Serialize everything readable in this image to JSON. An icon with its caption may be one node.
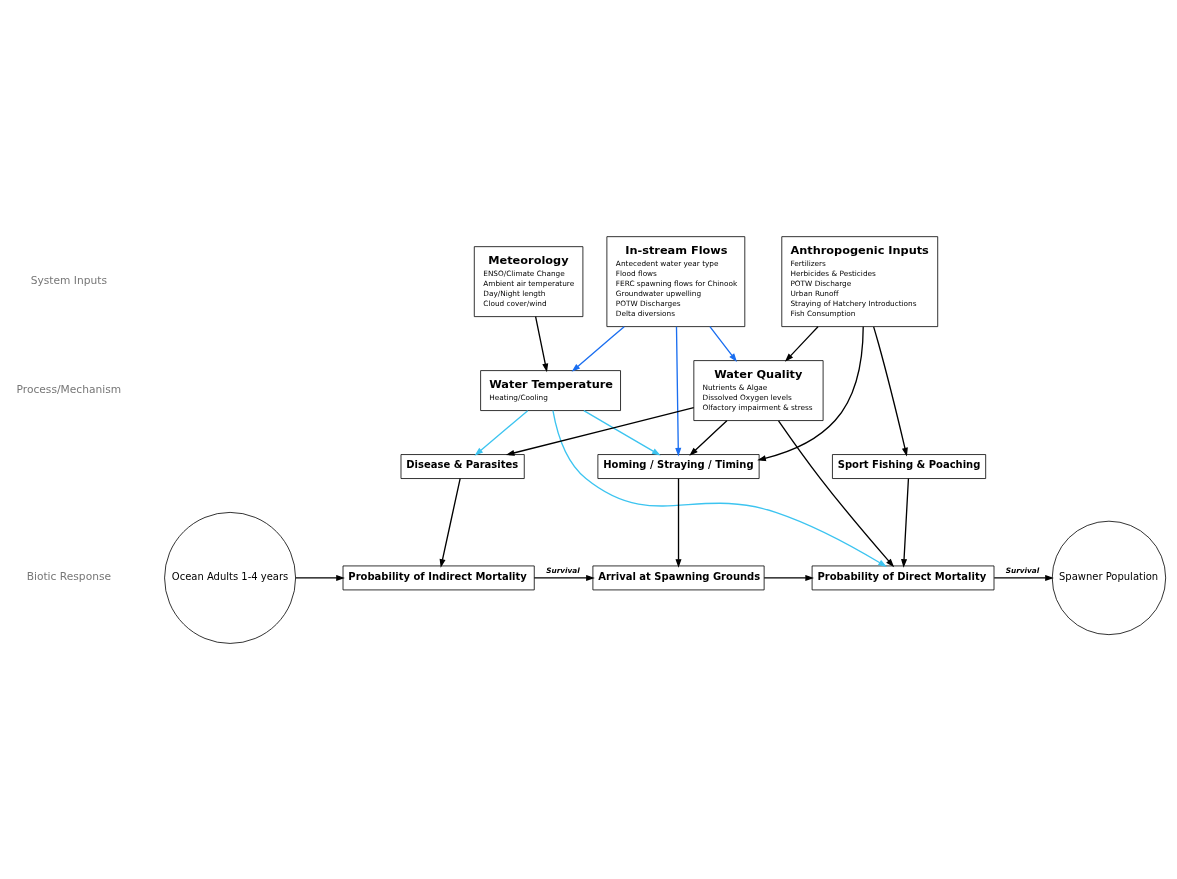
{
  "diagram": {
    "nodes": [
      {
        "text": [
          "Meteorology",
          "ENSO/Climate Change",
          "Ambient air temperature",
          "Day/Night length",
          "Cloud cover/wind"
        ]
      },
      {
        "text": [
          "In-stream Flows",
          "Antecedent water year type",
          "Flood flows",
          "FERC spawning flows for Chinook",
          "Groundwater upwelling",
          "POTW Discharges",
          "Delta diversions"
        ]
      },
      {
        "text": [
          "Anthropogenic Inputs",
          "Fertilizers",
          "Herbicides & Pesticides",
          "POTW Discharge",
          "Urban Runoff",
          "Straying of Hatchery Introductions",
          "Fish Consumption"
        ]
      },
      {
        "text": [
          "Water Temperature",
          "Heating/Cooling"
        ]
      },
      {
        "text": [
          "Water Quality",
          "Nutrients & Algae",
          "Dissolved Oxygen levels",
          "Olfactory impairment & stress"
        ]
      },
      {
        "text": [
          "Disease & Parasites"
        ]
      },
      {
        "text": [
          "Homing / Straying / Timing"
        ]
      },
      {
        "text": [
          "Sport Fishing & Poaching"
        ]
      },
      {
        "text": [
          "Ocean Adults 1-4 years"
        ]
      },
      {
        "text": [
          "Probability of Indirect Mortality"
        ]
      },
      {
        "text": [
          "Arrival at Spawning Grounds"
        ]
      },
      {
        "text": [
          "Probability of Direct Mortality"
        ]
      },
      {
        "text": [
          "Spawner Population"
        ]
      }
    ],
    "edges": [
      {
        "from": 0,
        "to": 3,
        "arrow": "to"
      },
      {
        "from": 1,
        "to": 3,
        "arrow": "to",
        "color": "#1a6ef0"
      },
      {
        "from": 1,
        "to": 4,
        "arrow": "to",
        "color": "#1a6ef0"
      },
      {
        "from": 1,
        "to": 6,
        "arrow": "to",
        "color": "#1a6ef0"
      },
      {
        "from": 2,
        "to": 4,
        "arrow": "to"
      },
      {
        "from": 2,
        "to": 6,
        "arrow": "to"
      },
      {
        "from": 2,
        "to": 7,
        "arrow": "to"
      },
      {
        "from": 3,
        "to": 5,
        "arrow": "to",
        "color": "#3cc4f0"
      },
      {
        "from": 3,
        "to": 6,
        "arrow": "to",
        "color": "#3cc4f0"
      },
      {
        "from": 3,
        "to": 11,
        "arrow": "to",
        "color": "#3cc4f0"
      },
      {
        "from": 4,
        "to": 5,
        "arrow": "to"
      },
      {
        "from": 4,
        "to": 6,
        "arrow": "to"
      },
      {
        "from": 4,
        "to": 11,
        "arrow": "to"
      },
      {
        "from": 5,
        "to": 9,
        "arrow": "to"
      },
      {
        "from": 6,
        "to": 10,
        "arrow": "to"
      },
      {
        "from": 7,
        "to": 11,
        "arrow": "to"
      },
      {
        "from": 8,
        "to": 9,
        "arrow": "to"
      },
      {
        "from": 9,
        "to": 10,
        "arrow": "to",
        "label": "Survival"
      },
      {
        "from": 10,
        "to": 11,
        "arrow": "to"
      },
      {
        "from": 11,
        "to": 12,
        "arrow": "to",
        "label": "Survival"
      }
    ],
    "labels": [
      "System Inputs",
      "Process/Mechanism",
      "Biotic Response"
    ]
  }
}
